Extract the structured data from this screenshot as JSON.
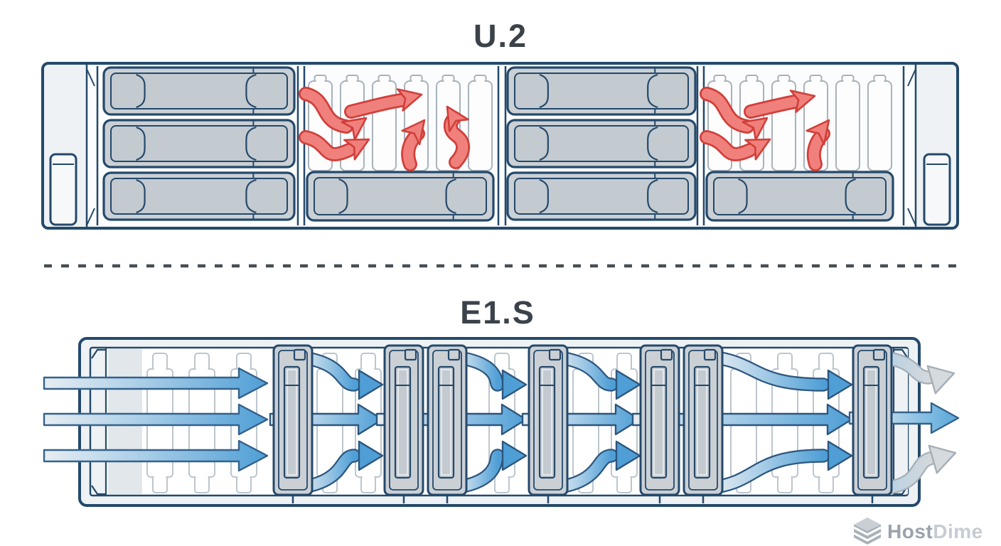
{
  "titles": {
    "top": "U.2",
    "bottom": "E1.S"
  },
  "watermark": {
    "brand_part1": "Host",
    "brand_part2": "Dime",
    "icon": "hostdime-cube-icon"
  },
  "colors": {
    "background": "#ffffff",
    "outline_navy": "#24496b",
    "panel_light": "#eef2f5",
    "panel_white": "#fbfcfd",
    "tray_gray": "#cbd0d5",
    "tray_inner_gray": "#c3cad0",
    "slat_outline": "#a9b2ba",
    "slot_outline": "#bdc6cd",
    "shaded_strip": "#e2e7eb",
    "red_fill": "#f0807b",
    "red_outline": "#d13f3a",
    "blue_strong": "#4f9fd6",
    "blue_pale": "#e7edf1",
    "blue_outline": "#2d567e",
    "gray_arrow_fill": "#d5dade",
    "gray_arrow_outline": "#a6afb7",
    "divider_dash": "#474e54",
    "title_text": "#3b424a",
    "watermark_dark": "#9aa3ac",
    "watermark_light": "#c6ccd2"
  },
  "top_chassis": {
    "label": "U.2",
    "bays": [
      {
        "type": "drive-trays",
        "tray_count": 3
      },
      {
        "type": "open-slots-turbulent-airflow",
        "slat_count": 6,
        "tray_count": 1,
        "red_arrow_count": 5
      },
      {
        "type": "drive-trays",
        "tray_count": 3
      },
      {
        "type": "open-slots-turbulent-airflow",
        "slat_count": 6,
        "tray_count": 1,
        "red_arrow_count": 4
      }
    ]
  },
  "bottom_chassis": {
    "label": "E1.S",
    "airflow_rows": 3,
    "slot_sequence": [
      "shaded-vent",
      "empty-slot",
      "empty-slot",
      "empty-slot",
      "e1s-drive",
      "empty-slot",
      "empty-slot",
      "e1s-drive",
      "e1s-drive",
      "empty-slot",
      "e1s-drive",
      "empty-slot",
      "empty-slot",
      "e1s-drive",
      "e1s-drive",
      "empty-slot",
      "empty-slot",
      "empty-slot",
      "e1s-drive"
    ],
    "arrow_sets": [
      "entry",
      "after-drive-1",
      "after-drive-3",
      "after-drive-4",
      "after-drive-6",
      "exit"
    ]
  }
}
